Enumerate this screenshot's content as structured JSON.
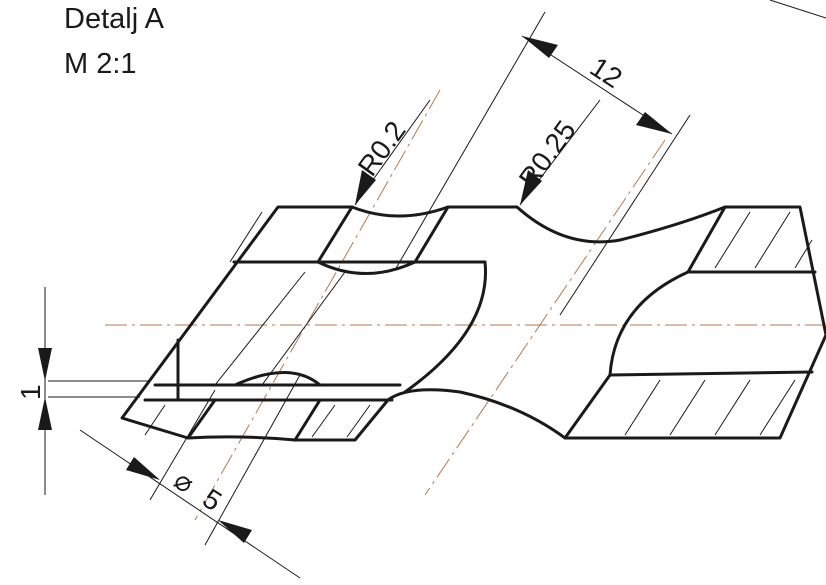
{
  "detail": {
    "name": "Detalj A",
    "scale": "M 2:1"
  },
  "dimensions": {
    "radius_left": "R0.2",
    "radius_right": "R0.25",
    "length": "12",
    "diameter_symbol": "⌀",
    "diameter_value": "5",
    "height": "1"
  },
  "colors": {
    "line": "#1a1a1a",
    "centerline": "#b57a4e",
    "background": "#ffffff"
  }
}
